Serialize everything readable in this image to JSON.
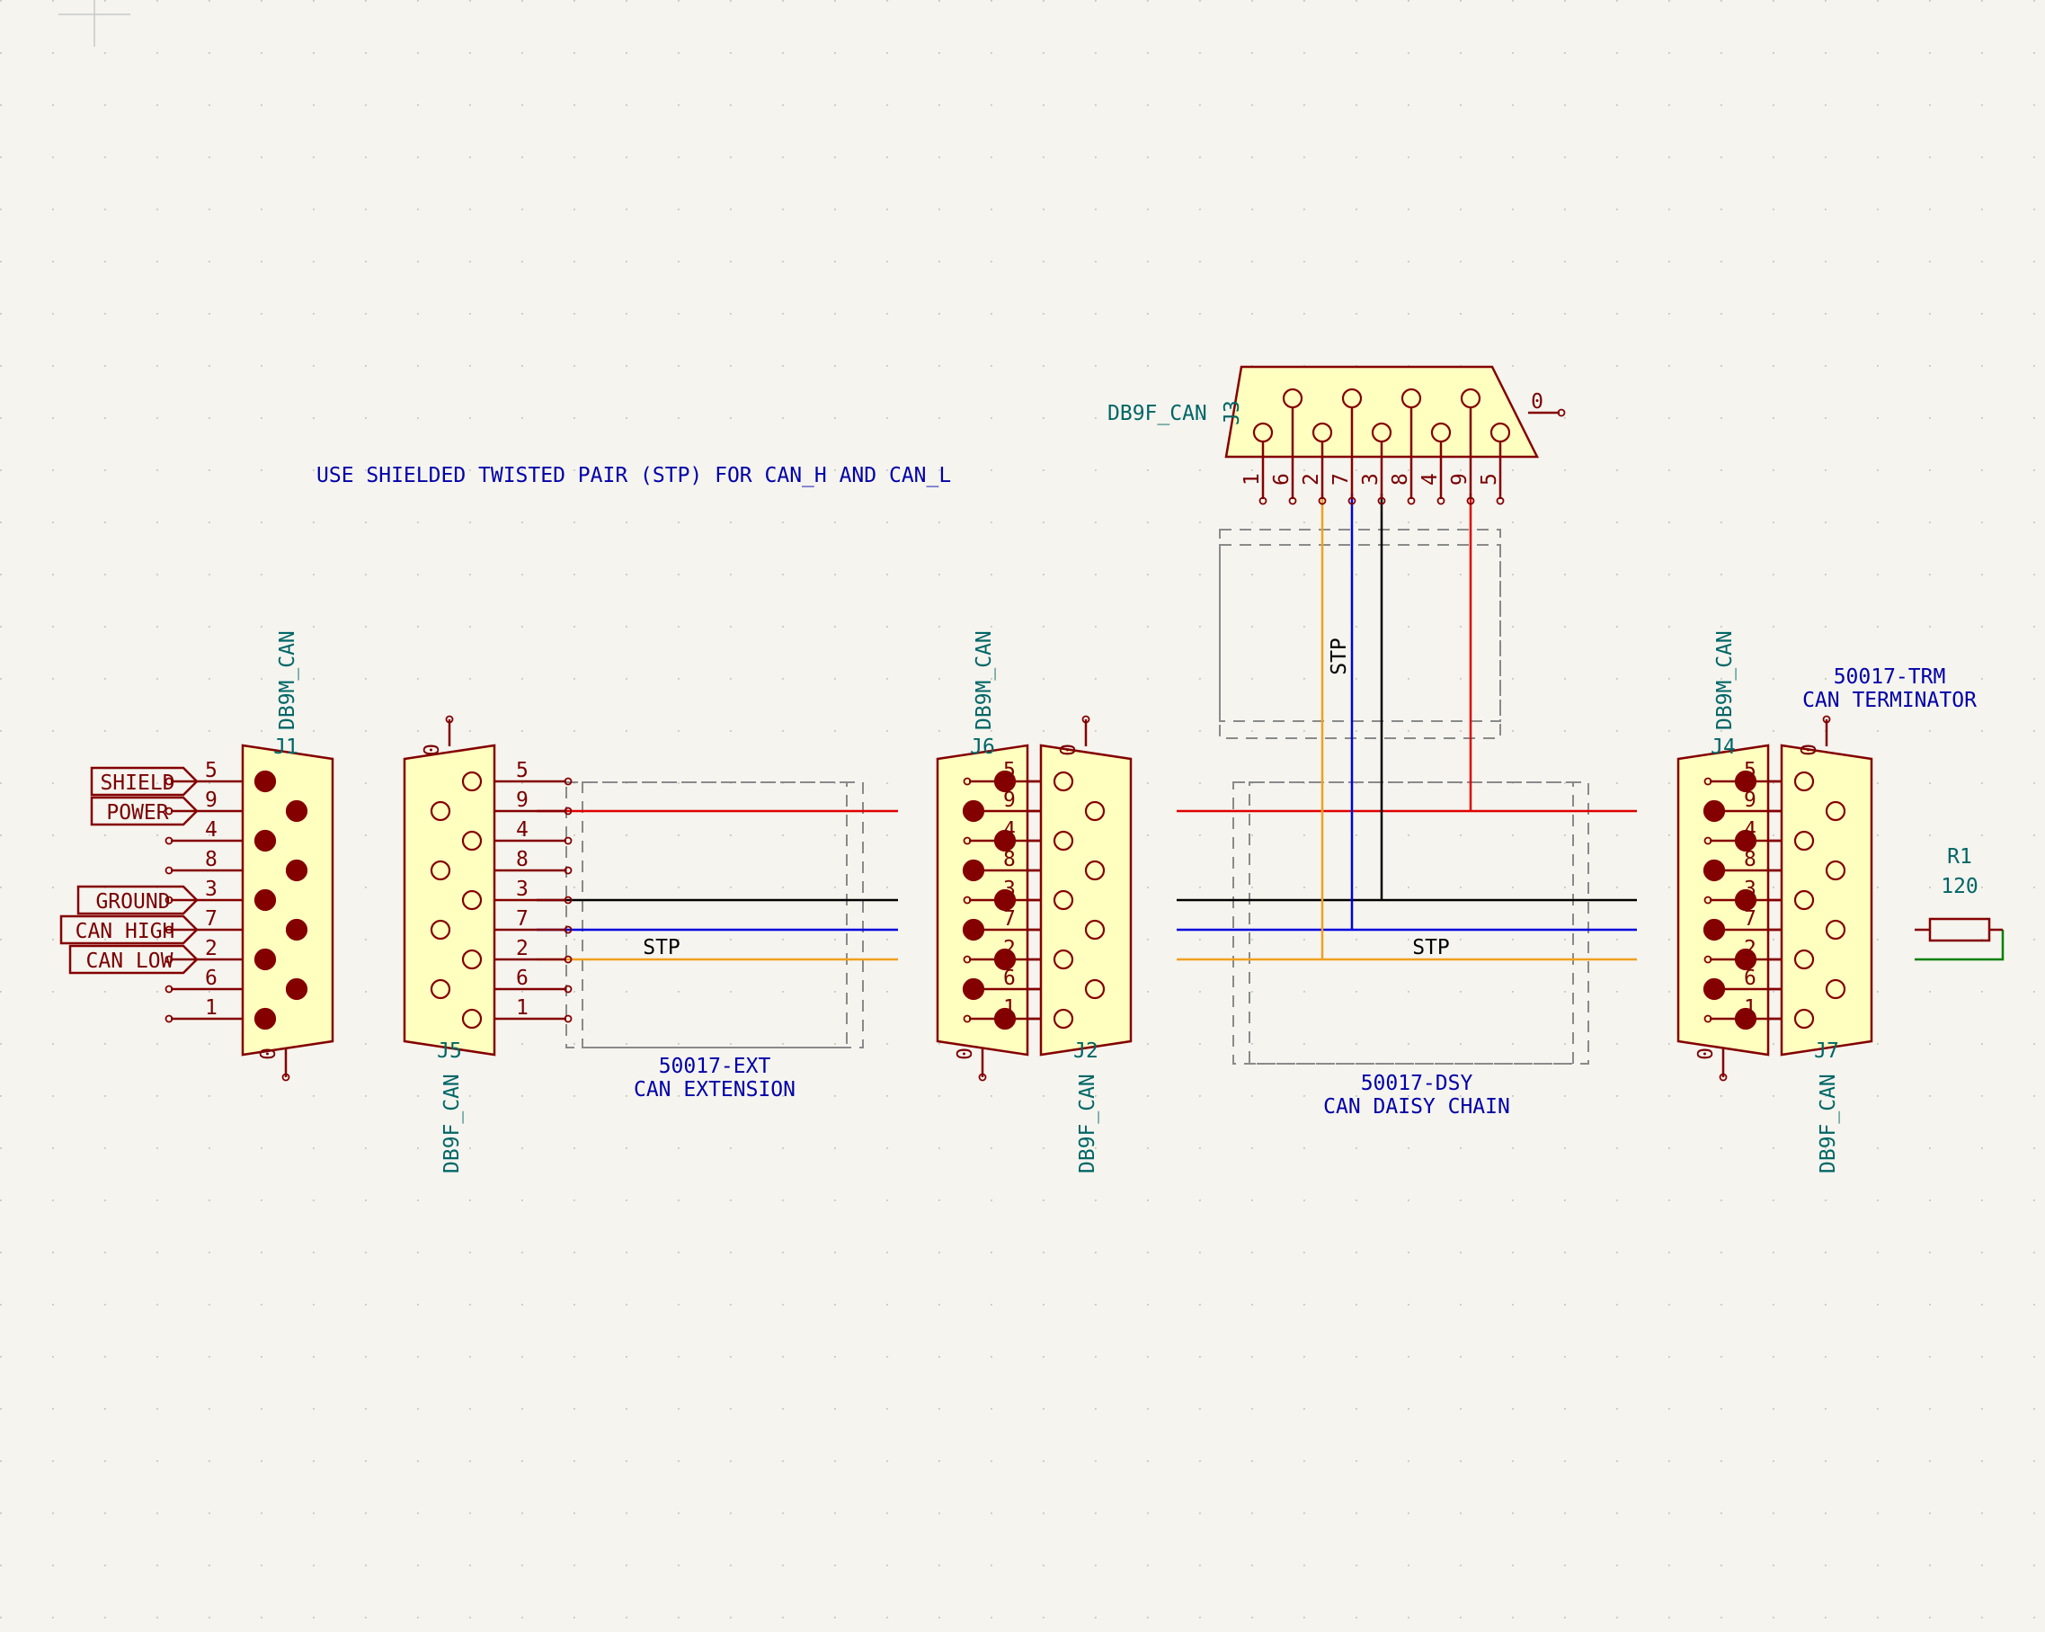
{
  "note": "USE SHIELDED TWISTED PAIR (STP) FOR CAN_H AND CAN_L",
  "colors": {
    "body_fill": "#ffffc0",
    "outline": "#840000",
    "ref_text": "#006666",
    "note_text": "#0000a8",
    "wire_power": "#e00000",
    "wire_ground": "#000000",
    "wire_can_high": "#0000e0",
    "wire_can_low": "#f0a020",
    "wire_shield": "#008000",
    "box": "#8a8a8a"
  },
  "pin_order": [
    "5",
    "9",
    "4",
    "8",
    "3",
    "7",
    "2",
    "6",
    "1"
  ],
  "shell_pin": "0",
  "connectors": {
    "J1": {
      "ref": "J1",
      "value": "DB9M_CAN"
    },
    "J5": {
      "ref": "J5",
      "value": "DB9F_CAN"
    },
    "J6": {
      "ref": "J6",
      "value": "DB9M_CAN"
    },
    "J2": {
      "ref": "J2",
      "value": "DB9F_CAN"
    },
    "J3": {
      "ref": "J3",
      "value": "DB9F_CAN",
      "pin_order": [
        "1",
        "6",
        "2",
        "7",
        "3",
        "8",
        "4",
        "9",
        "5"
      ]
    },
    "J4": {
      "ref": "J4",
      "value": "DB9M_CAN"
    },
    "J7": {
      "ref": "J7",
      "value": "DB9F_CAN"
    }
  },
  "global_labels": [
    {
      "text": "SHIELD",
      "pin": "5"
    },
    {
      "text": "POWER",
      "pin": "9"
    },
    {
      "text": "GROUND",
      "pin": "3"
    },
    {
      "text": "CAN HIGH",
      "pin": "7"
    },
    {
      "text": "CAN LOW",
      "pin": "2"
    }
  ],
  "resistor": {
    "ref": "R1",
    "value": "120"
  },
  "assemblies": {
    "ext": {
      "part": "50017-EXT",
      "name": "CAN EXTENSION"
    },
    "dsy": {
      "part": "50017-DSY",
      "name": "CAN DAISY CHAIN"
    },
    "trm": {
      "part": "50017-TRM",
      "name": "CAN TERMINATOR"
    }
  },
  "stp_label": "STP",
  "icons": [
    "db9-male-connector-symbol",
    "db9-female-connector-symbol",
    "resistor-symbol",
    "grid-origin-crosshair"
  ]
}
